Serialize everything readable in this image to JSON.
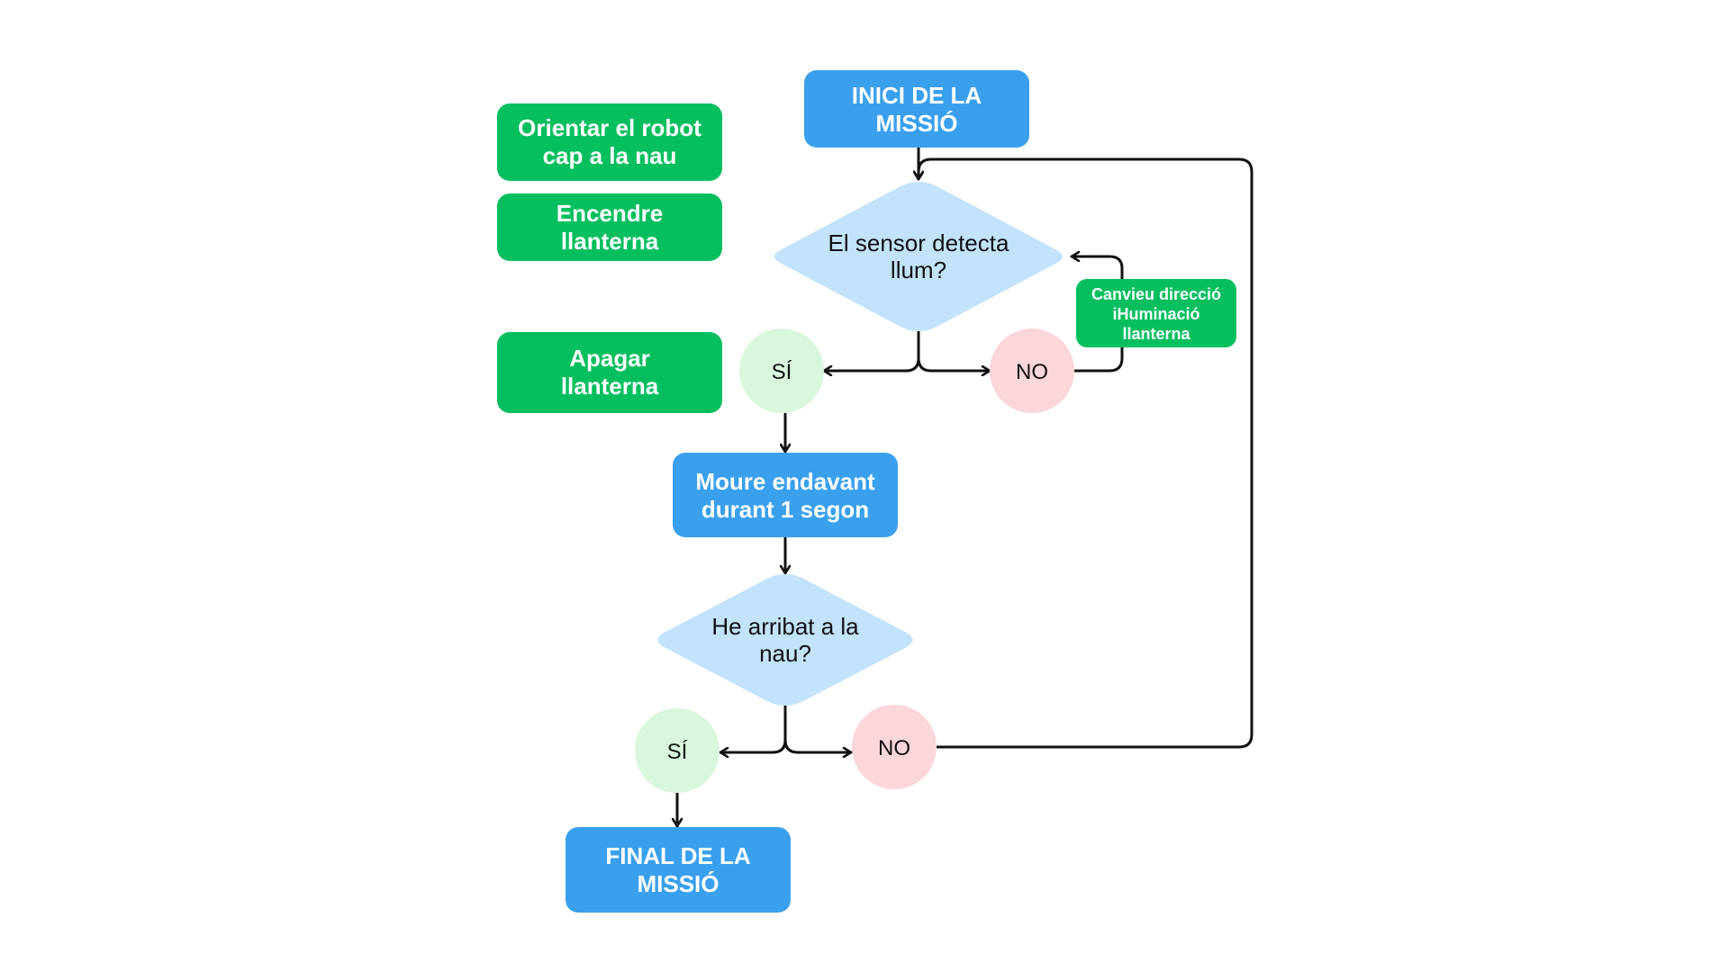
{
  "colors": {
    "process_blue": "#3aa0ee",
    "action_green": "#05bf5f",
    "decision_light_blue": "#c2e3fb",
    "yes_circle": "#d9f7dd",
    "no_circle": "#fbd6da",
    "connector": "#111111"
  },
  "side_actions": {
    "orient": [
      "Orientar el robot",
      "cap a la nau"
    ],
    "light_on": [
      "Encendre",
      "llanterna"
    ],
    "light_off": [
      "Apagar",
      "llanterna"
    ]
  },
  "flow": {
    "start": [
      "INICI DE LA",
      "MISSIÓ"
    ],
    "decision_light": [
      "El sensor detecta",
      "llum?"
    ],
    "yes_1": "SÍ",
    "no_1": "NO",
    "change_direction": [
      "Canvieu direcció",
      "iHuminació",
      "llanterna"
    ],
    "move_forward": [
      "Moure endavant",
      "durant 1 segon"
    ],
    "decision_arrived": [
      "He arribat a la",
      "nau?"
    ],
    "yes_2": "SÍ",
    "no_2": "NO",
    "end": [
      "FINAL DE LA",
      "MISSIÓ"
    ]
  }
}
